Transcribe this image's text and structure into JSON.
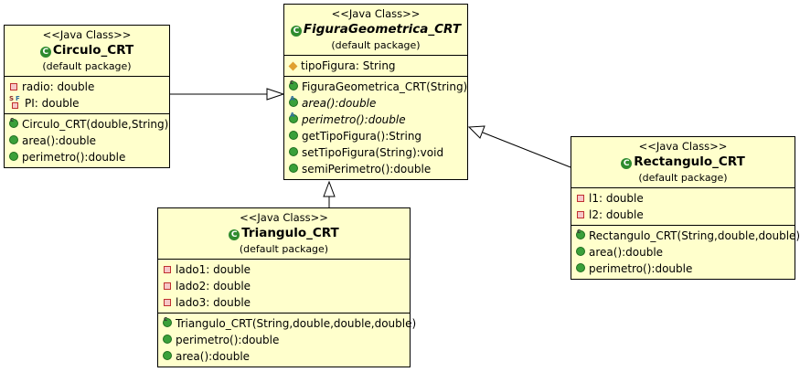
{
  "diagram": {
    "classes": {
      "figura": {
        "stereotype": "<<Java Class>>",
        "name": "FiguraGeometrica_CRT",
        "package": "(default package)",
        "attributes": [
          {
            "visibility": "protected",
            "text": "tipoFigura: String"
          }
        ],
        "methods": [
          {
            "kind": "constructor",
            "text": "FiguraGeometrica_CRT(String)"
          },
          {
            "kind": "abstract",
            "text": "area():double"
          },
          {
            "kind": "abstract",
            "text": "perimetro():double"
          },
          {
            "kind": "public",
            "text": "getTipoFigura():String"
          },
          {
            "kind": "public",
            "text": "setTipoFigura(String):void"
          },
          {
            "kind": "public",
            "text": "semiPerimetro():double"
          }
        ]
      },
      "circulo": {
        "stereotype": "<<Java Class>>",
        "name": "Circulo_CRT",
        "package": "(default package)",
        "attributes": [
          {
            "visibility": "private",
            "text": "radio: double"
          },
          {
            "visibility": "static-final",
            "text": "PI: double"
          }
        ],
        "methods": [
          {
            "kind": "constructor",
            "text": "Circulo_CRT(double,String)"
          },
          {
            "kind": "public",
            "text": "area():double"
          },
          {
            "kind": "public",
            "text": "perimetro():double"
          }
        ]
      },
      "triangulo": {
        "stereotype": "<<Java Class>>",
        "name": "Triangulo_CRT",
        "package": "(default package)",
        "attributes": [
          {
            "visibility": "private",
            "text": "lado1: double"
          },
          {
            "visibility": "private",
            "text": "lado2: double"
          },
          {
            "visibility": "private",
            "text": "lado3: double"
          }
        ],
        "methods": [
          {
            "kind": "constructor",
            "text": "Triangulo_CRT(String,double,double,double)"
          },
          {
            "kind": "public",
            "text": "perimetro():double"
          },
          {
            "kind": "public",
            "text": "area():double"
          }
        ]
      },
      "rectangulo": {
        "stereotype": "<<Java Class>>",
        "name": "Rectangulo_CRT",
        "package": "(default package)",
        "attributes": [
          {
            "visibility": "private",
            "text": "l1: double"
          },
          {
            "visibility": "private",
            "text": "l2: double"
          }
        ],
        "methods": [
          {
            "kind": "constructor",
            "text": "Rectangulo_CRT(String,double,double)"
          },
          {
            "kind": "public",
            "text": "area():double"
          },
          {
            "kind": "public",
            "text": "perimetro():double"
          }
        ]
      }
    },
    "relations": [
      {
        "type": "generalization",
        "from": "Circulo_CRT",
        "to": "FiguraGeometrica_CRT"
      },
      {
        "type": "generalization",
        "from": "Triangulo_CRT",
        "to": "FiguraGeometrica_CRT"
      },
      {
        "type": "generalization",
        "from": "Rectangulo_CRT",
        "to": "FiguraGeometrica_CRT"
      }
    ],
    "colors": {
      "class_fill": "#ffffcc",
      "border": "#000000",
      "class_icon": "#2e8b2e"
    }
  }
}
